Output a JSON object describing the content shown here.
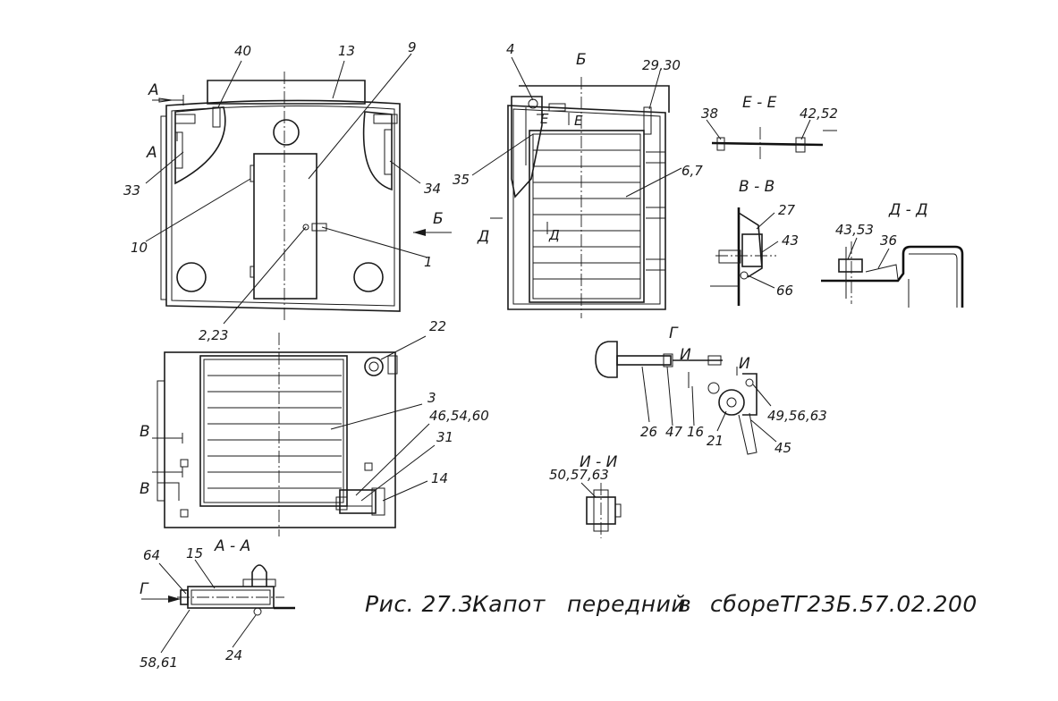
{
  "caption": {
    "fig": "Рис. 27.3.",
    "w1": "Капот",
    "w2": "передний",
    "w3": "в",
    "w4": "сборе",
    "code": "ТГ23Б.57.02.200"
  },
  "views": {
    "b": "Б",
    "ee": "Е - Е",
    "vv": "В - В",
    "dd": "Д - Д",
    "g": "Г",
    "i": "И",
    "ii": "И - И",
    "aa": "А - А"
  },
  "marks": {
    "a1": "А",
    "a2": "А",
    "b_arrow": "Б",
    "v1": "В",
    "v2": "В",
    "d1": "Д",
    "d2": "Д",
    "e1": "Е",
    "e2": "Е",
    "g_arrow": "Г",
    "i2": "И"
  },
  "parts": {
    "p40": "40",
    "p13": "13",
    "p9": "9",
    "p33": "33",
    "p34": "34",
    "p10": "10",
    "p1": "1",
    "p2_23": "2,23",
    "p4": "4",
    "p29_30": "29,30",
    "p35": "35",
    "p6_7": "6,7",
    "p38": "38",
    "p42_52": "42,52",
    "p27": "27",
    "p43": "43",
    "p66": "66",
    "p43_53": "43,53",
    "p36": "36",
    "p22": "22",
    "p3": "3",
    "p46_54_60": "46,54,60",
    "p31": "31",
    "p14": "14",
    "p26": "26",
    "p47": "47",
    "p16": "16",
    "p21": "21",
    "p45": "45",
    "p49_56_63": "49,56,63",
    "p50_57_63": "50,57,63",
    "p64": "64",
    "p15": "15",
    "p58_61": "58,61",
    "p24": "24"
  }
}
